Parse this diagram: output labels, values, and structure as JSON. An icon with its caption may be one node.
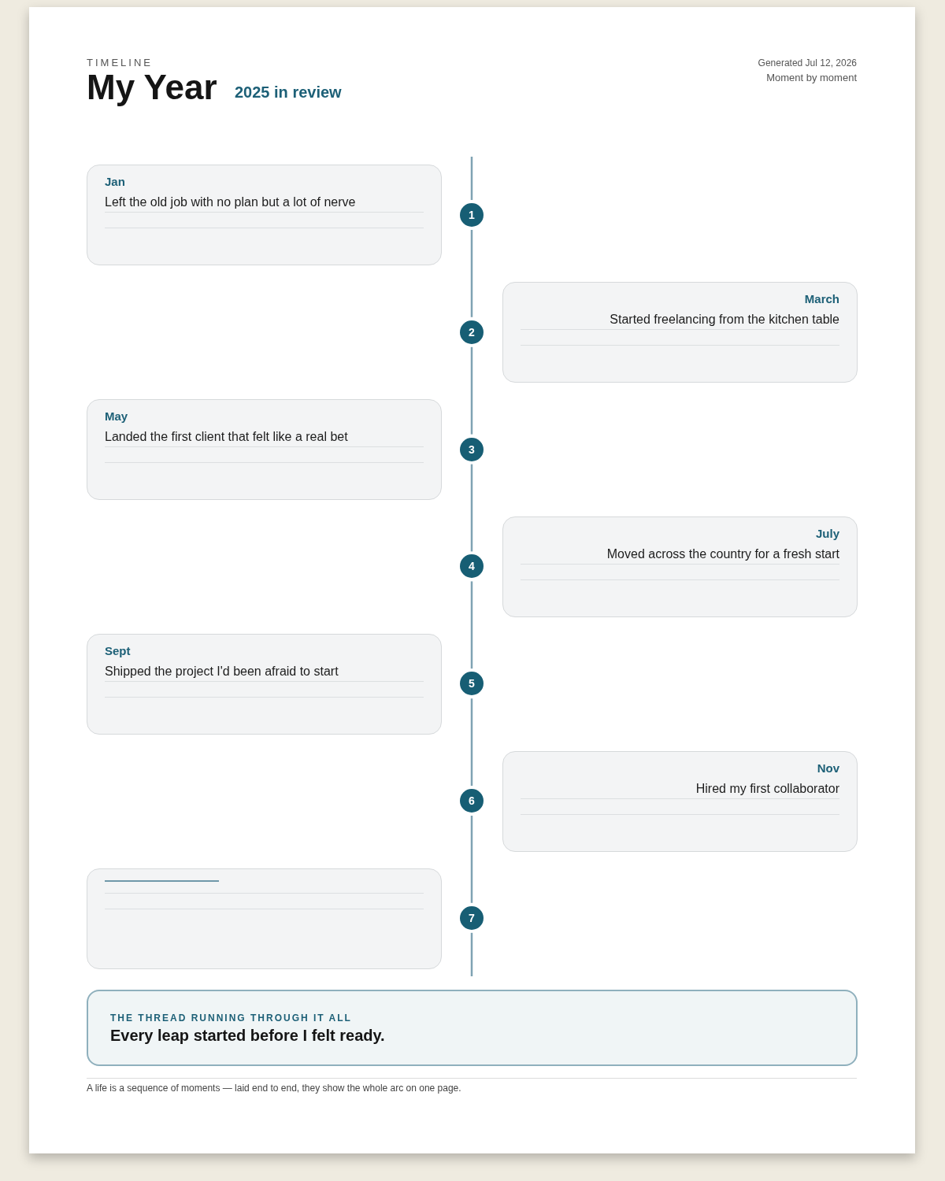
{
  "diagram": {
    "title": "My Year",
    "caption": "A life is a sequence of moments — laid end to end, they show the whole arc on one page.",
    "labels": [
      "TIMELINE",
      "2025 in review",
      "Generated Jul 12, 2026",
      "Moment by moment"
    ],
    "nodes": [
      {
        "text": [
          "Jan",
          "Left the old job with no plan but a lot of nerve"
        ]
      },
      {
        "text": [
          "March",
          "Started freelancing from the kitchen table"
        ]
      },
      {
        "text": [
          "May",
          "Landed the first client that felt like a real bet"
        ]
      },
      {
        "text": [
          "July",
          "Moved across the country for a fresh start"
        ]
      },
      {
        "text": [
          "Sept",
          "Shipped the project I'd been afraid to start"
        ]
      },
      {
        "text": [
          "Nov",
          "Hired my first collaborator"
        ]
      },
      {
        "text": [],
        "shape": "box"
      },
      {
        "text": [
          "1"
        ]
      },
      {
        "text": [
          "2"
        ]
      },
      {
        "text": [
          "3"
        ]
      },
      {
        "text": [
          "4"
        ]
      },
      {
        "text": [
          "5"
        ]
      },
      {
        "text": [
          "6"
        ]
      },
      {
        "text": [
          "7"
        ]
      },
      {
        "text": [
          "THE THREAD RUNNING THROUGH IT ALL",
          "Every leap started before I felt ready."
        ]
      }
    ],
    "edges": [
      {
        "from": 7,
        "to": 8,
        "arrow": "none"
      },
      {
        "from": 8,
        "to": 9,
        "arrow": "none"
      },
      {
        "from": 9,
        "to": 10,
        "arrow": "none"
      },
      {
        "from": 10,
        "to": 11,
        "arrow": "none"
      },
      {
        "from": 11,
        "to": 12,
        "arrow": "none"
      },
      {
        "from": 12,
        "to": 13,
        "arrow": "none"
      }
    ]
  }
}
